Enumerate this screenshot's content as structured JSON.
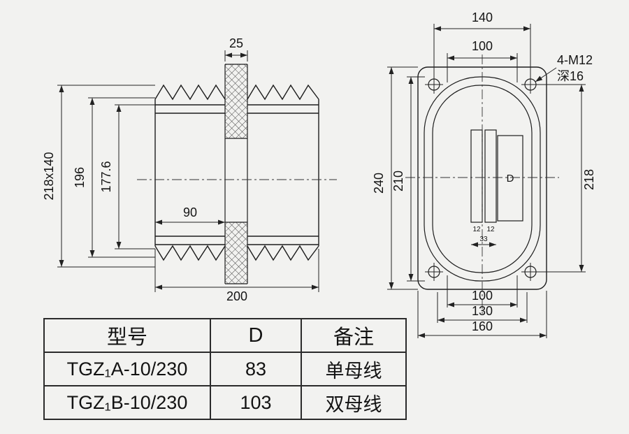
{
  "drawing": {
    "bg_color": "#f2f2f0",
    "line_color": "#1d1d1d"
  },
  "side_view": {
    "dim_top_width": "25",
    "dim_overall_label": "218x140",
    "dim_height_196": "196",
    "dim_height_1776": "177.6",
    "dim_width_90": "90",
    "dim_width_200": "200"
  },
  "front_view": {
    "dim_width_140": "140",
    "dim_width_100_top": "100",
    "bolt_callout_line1": "4-M12",
    "bolt_callout_line2": "深16",
    "dim_height_240": "240",
    "dim_height_210": "210",
    "dim_height_218": "218",
    "slot_dim_12_left": "12",
    "slot_dim_12_right": "12",
    "slot_dim_33": "33",
    "bus_diameter_label": "D",
    "dim_width_100_bottom": "100",
    "dim_width_130": "130",
    "dim_width_160": "160"
  },
  "table": {
    "headers": [
      "型号",
      "D",
      "备注"
    ],
    "rows": [
      {
        "model": "TGZ₁A-10/230",
        "d": "83",
        "note": "单母线"
      },
      {
        "model": "TGZ₁B-10/230",
        "d": "103",
        "note": "双母线"
      }
    ]
  }
}
